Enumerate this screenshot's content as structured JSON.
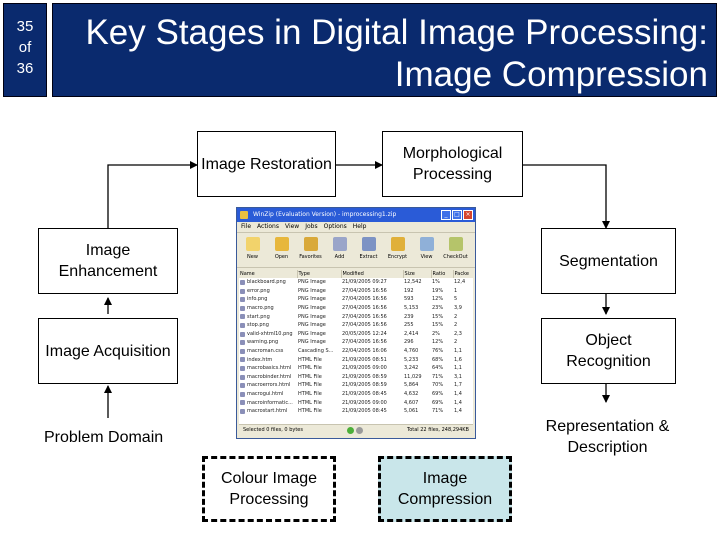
{
  "slide": {
    "counter": [
      "35",
      "of",
      "36"
    ],
    "title_line1": "Key Stages in Digital Image Processing:",
    "title_line2": "Image Compression"
  },
  "stages": {
    "restoration": "Image Restoration",
    "morphological": "Morphological Processing",
    "enhancement": "Image Enhancement",
    "segmentation": "Segmentation",
    "acquisition": "Image Acquisition",
    "object_recognition": "Object Recognition",
    "representation": "Representation & Description",
    "problem_domain": "Problem Domain",
    "colour": "Colour Image Processing",
    "compression": "Image Compression"
  },
  "colors": {
    "header_bg": "#0a2a6e",
    "highlight": "#c9e6ea"
  },
  "winzip": {
    "title": "WinZip (Evaluation Version) - improcessing1.zip",
    "menu": [
      "File",
      "Actions",
      "View",
      "Jobs",
      "Options",
      "Help"
    ],
    "toolbar": [
      "New",
      "Open",
      "Favorites",
      "Add",
      "Extract",
      "Encrypt",
      "View",
      "CheckOut"
    ],
    "columns": [
      "Name",
      "Type",
      "Modified",
      "Size",
      "Ratio",
      "Packe"
    ],
    "rows": [
      [
        "blackboard.png",
        "PNG Image",
        "21/09/2005 09:27",
        "12,542",
        "1%",
        "12,4"
      ],
      [
        "error.png",
        "PNG Image",
        "27/04/2005 16:56",
        "192",
        "19%",
        "1"
      ],
      [
        "info.png",
        "PNG Image",
        "27/04/2005 16:56",
        "593",
        "12%",
        "5"
      ],
      [
        "macro.png",
        "PNG Image",
        "27/04/2005 16:56",
        "5,153",
        "23%",
        "3,9"
      ],
      [
        "start.png",
        "PNG Image",
        "27/04/2005 16:56",
        "239",
        "15%",
        "2"
      ],
      [
        "stop.png",
        "PNG Image",
        "27/04/2005 16:56",
        "255",
        "15%",
        "2"
      ],
      [
        "valid-xhtml10.png",
        "PNG Image",
        "20/05/2005 12:24",
        "2,414",
        "2%",
        "2,3"
      ],
      [
        "warning.png",
        "PNG Image",
        "27/04/2005 16:56",
        "296",
        "12%",
        "2"
      ],
      [
        "macroman.css",
        "Cascading S...",
        "22/04/2005 16:06",
        "4,760",
        "76%",
        "1,1"
      ],
      [
        "index.htm",
        "HTML File",
        "21/09/2005 08:51",
        "5,233",
        "68%",
        "1,6"
      ],
      [
        "macrobasics.html",
        "HTML File",
        "21/09/2005 09:00",
        "3,242",
        "64%",
        "1,1"
      ],
      [
        "macrobinder.html",
        "HTML File",
        "21/09/2005 08:59",
        "11,029",
        "71%",
        "3,1"
      ],
      [
        "macroerrors.html",
        "HTML File",
        "21/09/2005 08:59",
        "5,864",
        "70%",
        "1,7"
      ],
      [
        "macrogui.html",
        "HTML File",
        "21/09/2005 08:45",
        "4,632",
        "69%",
        "1,4"
      ],
      [
        "macroinformatic...",
        "HTML File",
        "21/09/2005 09:00",
        "4,607",
        "69%",
        "1,4"
      ],
      [
        "macrostart.html",
        "HTML File",
        "21/09/2005 08:45",
        "5,061",
        "71%",
        "1,4"
      ]
    ],
    "status_left": "Selected 0 files, 0 bytes",
    "status_right": "Total 22 files, 248,294KB"
  }
}
